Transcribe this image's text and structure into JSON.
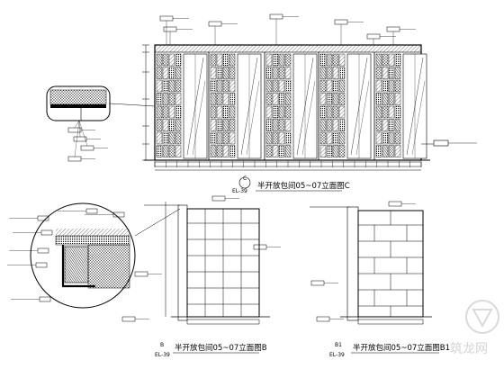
{
  "views": [
    {
      "marker": "C",
      "sheet": "EL-39",
      "title": "半开放包间05~07立面图C"
    },
    {
      "marker": "B",
      "sheet": "EL-39",
      "title": "半开放包间05~07立面图B"
    },
    {
      "marker": "B1",
      "sheet": "EL-39",
      "title": "半开放包间05~07立面图B1"
    }
  ],
  "watermark": "筑龙网",
  "colors": {
    "line": "#000000",
    "hatch": "#333333",
    "tag": "#000000"
  }
}
